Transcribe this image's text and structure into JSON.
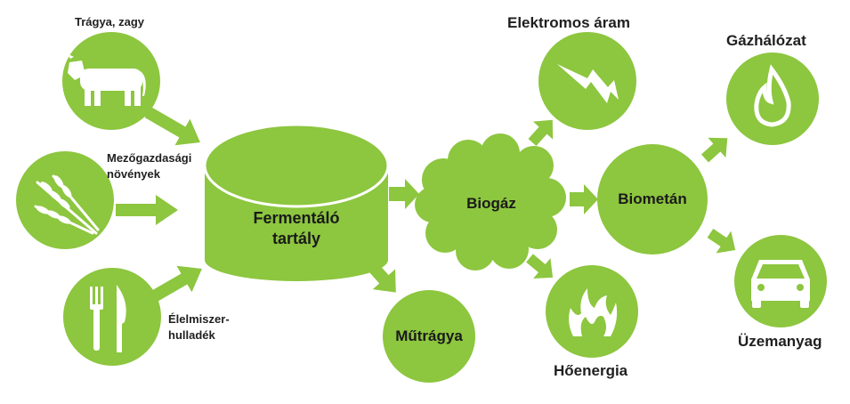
{
  "colors": {
    "green": "#8DC63F",
    "white": "#FFFFFF",
    "text": "#1F1F1F"
  },
  "inputs": {
    "manure": {
      "label": "Trágya, zagy",
      "icon": "cow-icon"
    },
    "crops": {
      "label_line1": "Mezőgazdasági",
      "label_line2": "növények",
      "icon": "wheat-icon"
    },
    "food_waste": {
      "label_line1": "Élelmiszer-",
      "label_line2": "hulladék",
      "icon": "cutlery-icon"
    }
  },
  "tank": {
    "line1": "Fermentáló",
    "line2": "tartály"
  },
  "fertilizer": {
    "label": "Műtrágya"
  },
  "biogas": {
    "label": "Biogáz"
  },
  "biomethane": {
    "label": "Biometán"
  },
  "outputs": {
    "electricity": {
      "label": "Elektromos áram",
      "icon": "lightning-icon"
    },
    "heat": {
      "label": "Hőenergia",
      "icon": "flame-icon"
    },
    "gas_grid": {
      "label": "Gázhálózat",
      "icon": "gas-flame-icon"
    },
    "fuel": {
      "label": "Üzemanyag",
      "icon": "car-icon"
    }
  }
}
